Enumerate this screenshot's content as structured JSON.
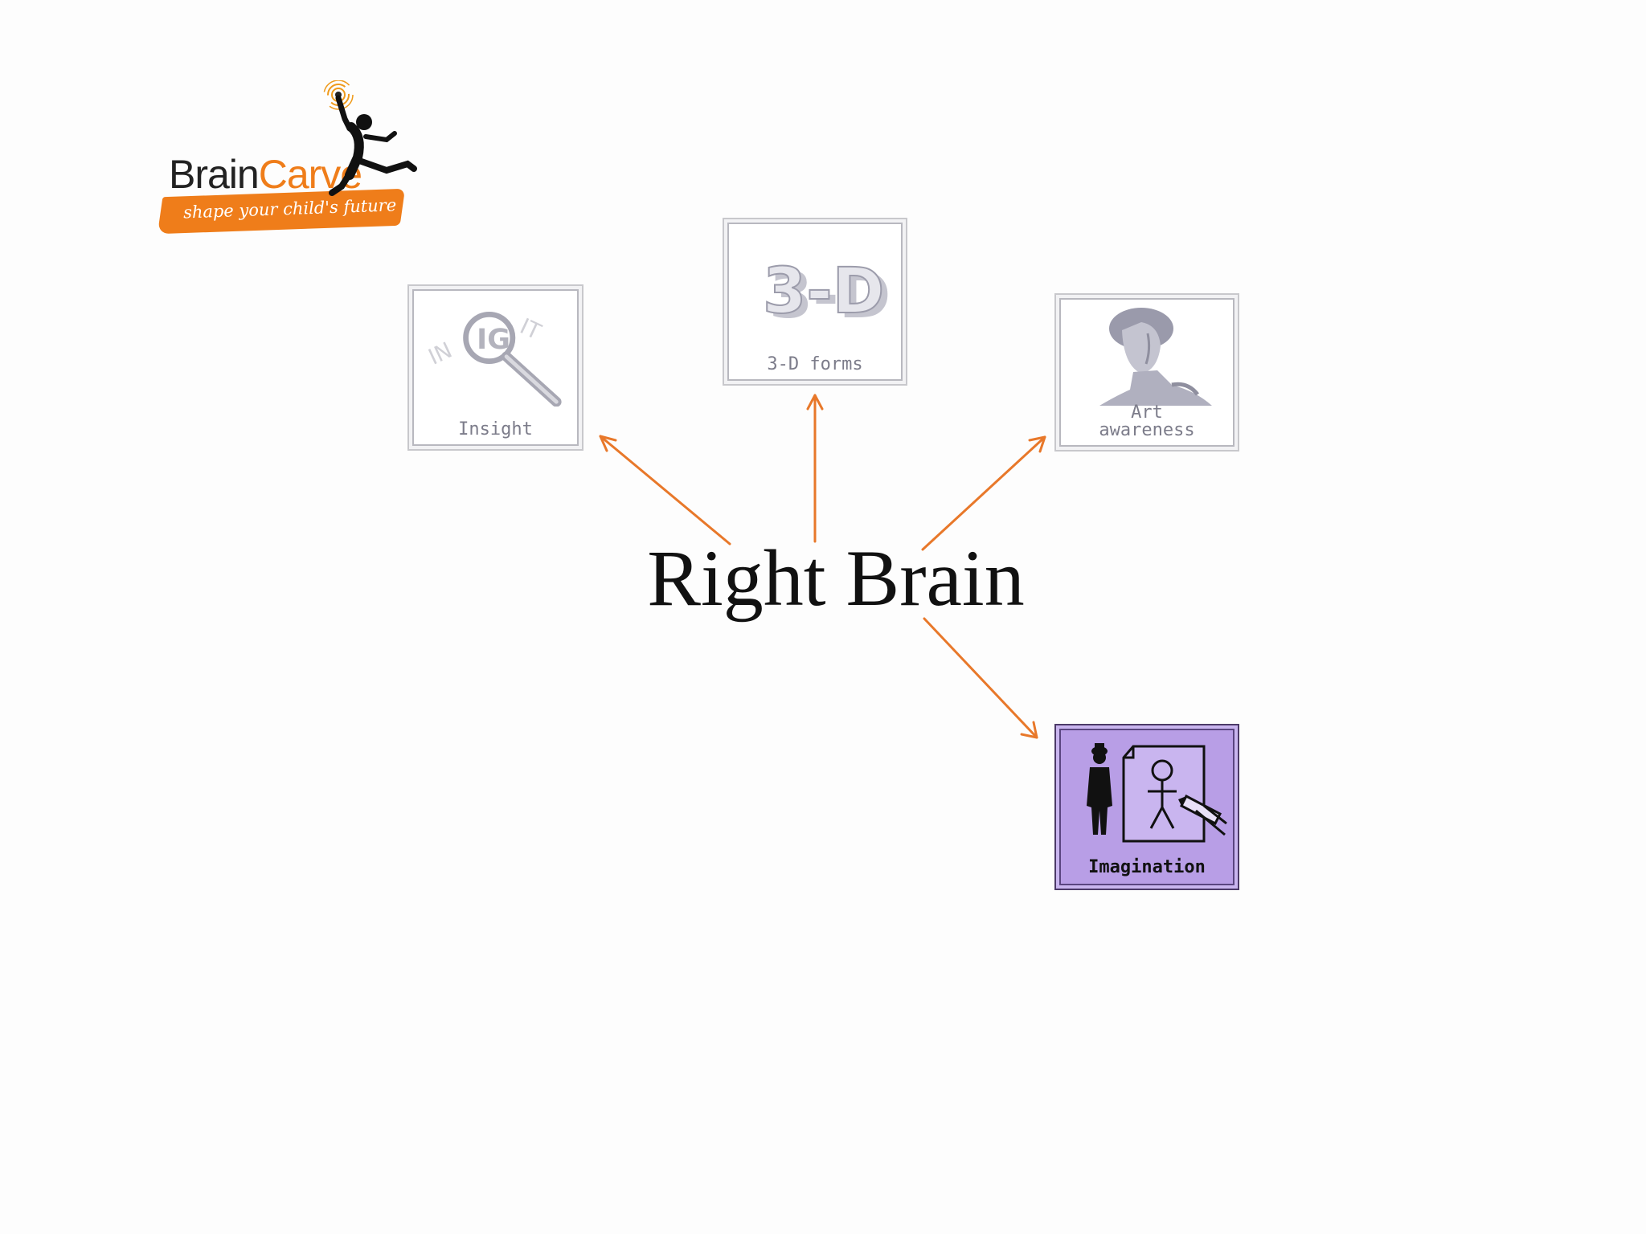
{
  "logo": {
    "brand_part1": "Brain",
    "brand_part2": "Carve",
    "tagline": "shape your child's future",
    "brand_color": "#ef7d1a",
    "icon": "jumping-child-icon"
  },
  "center": {
    "title": "Right Brain"
  },
  "nodes": [
    {
      "id": "insight",
      "label": "Insight",
      "icon": "magnifying-glass-icon"
    },
    {
      "id": "3d",
      "label": "3-D forms",
      "icon": "3d-text-icon"
    },
    {
      "id": "art",
      "label_line1": "Art",
      "label_line2": "awareness",
      "icon": "statue-bust-icon"
    },
    {
      "id": "imagination",
      "label": "Imagination",
      "icon": "drawing-figure-icon",
      "highlighted": true
    }
  ],
  "colors": {
    "arrow": "#e8782a",
    "highlight_card": "#b89ee6",
    "card_label": "#7c7c8a"
  }
}
